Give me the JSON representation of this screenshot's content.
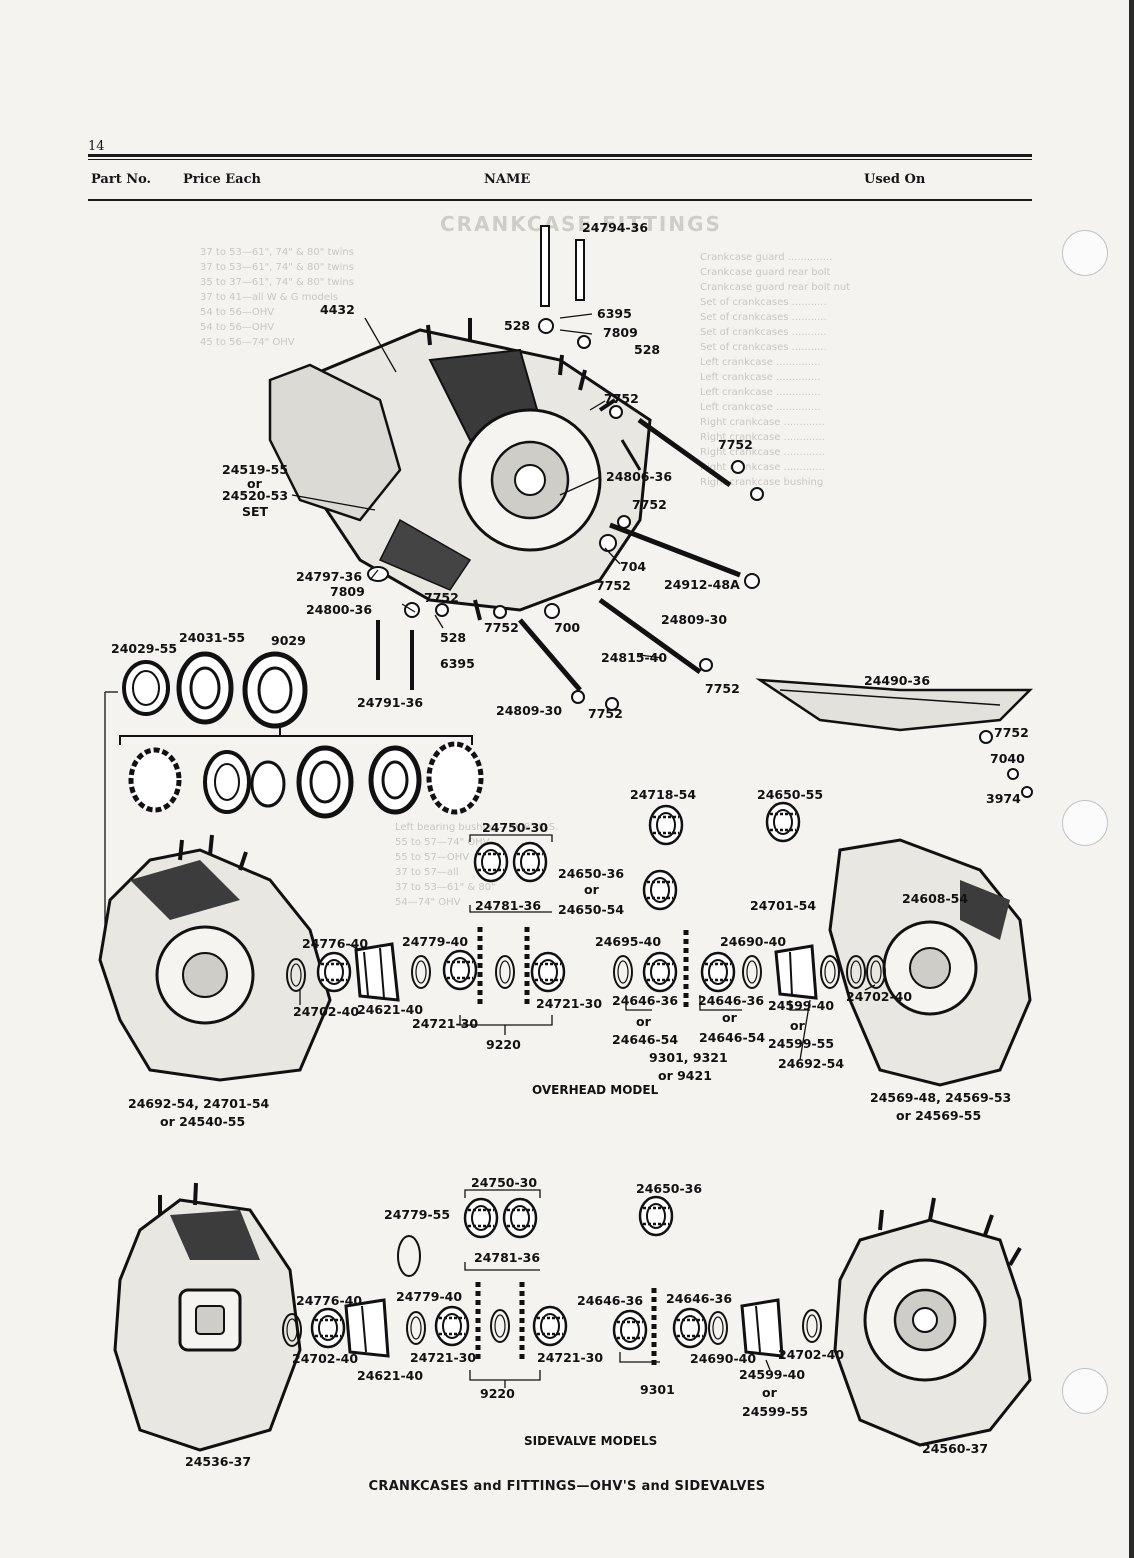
{
  "page_number": "14",
  "header": {
    "part_no": "Part No.",
    "price_each": "Price Each",
    "name": "NAME",
    "used_on": "Used On"
  },
  "captions": {
    "overhead": "OVERHEAD MODEL",
    "sidevalve": "SIDEVALVE MODELS"
  },
  "figure_title": "CRANKCASES and FITTINGS—OHV'S and SIDEVALVES",
  "callouts": {
    "c24794_36": "24794-36",
    "c4432": "4432",
    "c6395a": "6395",
    "c528a": "528",
    "c7809a": "7809",
    "c528b": "528",
    "c7752a": "7752",
    "c7752b": "7752",
    "c24806_36": "24806-36",
    "c7752c": "7752",
    "c24519_55": "24519-55",
    "or1": "or",
    "c24520_53": "24520-53",
    "set": "SET",
    "c704": "704",
    "c7752d": "7752",
    "c24912_48a": "24912-48A",
    "c24797_36": "24797-36",
    "c7809b": "7809",
    "c7752e": "7752",
    "c24800_36": "24800-36",
    "c528c": "528",
    "c7752f": "7752",
    "c700": "700",
    "c24809_30a": "24809-30",
    "c6395b": "6395",
    "c24815_40": "24815-40",
    "c24029_55": "24029-55",
    "c24031_55": "24031-55",
    "c9029": "9029",
    "c24791_36": "24791-36",
    "c24809_30b": "24809-30",
    "c7752g": "7752",
    "c7752h": "7752",
    "c24490_36": "24490-36",
    "c7752i": "7752",
    "c7040": "7040",
    "c3974": "3974",
    "c24718_54": "24718-54",
    "c24650_55": "24650-55",
    "c24750_30a": "24750-30",
    "c24650_36a": "24650-36",
    "or2": "or",
    "c24650_54": "24650-54",
    "c24781_36a": "24781-36",
    "c24701_54": "24701-54",
    "c24608_54": "24608-54",
    "c24695_40": "24695-40",
    "c24690_40a": "24690-40",
    "c24776_40a": "24776-40",
    "c24779_40a": "24779-40",
    "c24721_30a": "24721-30",
    "c24702_40a": "24702-40",
    "c24621_40a": "24621-40",
    "c24721_30b": "24721-30",
    "c9220a": "9220",
    "c24646_36a": "24646-36",
    "c24646_36b": "24646-36",
    "c24599_40a": "24599-40",
    "c24702_40b": "24702-40",
    "or3": "or",
    "c24646_54a": "24646-54",
    "or4": "or",
    "c24646_54b": "24646-54",
    "or5": "or",
    "c24599_55a": "24599-55",
    "c9301_9321": "9301, 9321",
    "or_9421": "or 9421",
    "c24692_54": "24692-54",
    "c24692_54_24701_54": "24692-54, 24701-54",
    "or_24540_55": "or 24540-55",
    "c24569_48_53": "24569-48, 24569-53",
    "or_24569_55": "or 24569-55",
    "c24750_30b": "24750-30",
    "c24779_55": "24779-55",
    "c24650_36b": "24650-36",
    "c24781_36b": "24781-36",
    "c24776_40b": "24776-40",
    "c24779_40b": "24779-40",
    "c24646_36c": "24646-36",
    "c24646_36d": "24646-36",
    "c24702_40c": "24702-40",
    "c24721_30c": "24721-30",
    "c24721_30d": "24721-30",
    "c24621_40b": "24621-40",
    "c9220b": "9220",
    "c24690_40b": "24690-40",
    "c24702_40d": "24702-40",
    "c24599_40b": "24599-40",
    "or6": "or",
    "c24599_55b": "24599-55",
    "c9301": "9301",
    "c24536_37": "24536-37",
    "c24560_37": "24560-37"
  },
  "colors": {
    "paper": "#f4f3ef",
    "ink": "#111111",
    "ghost": "#c9c7c1"
  }
}
